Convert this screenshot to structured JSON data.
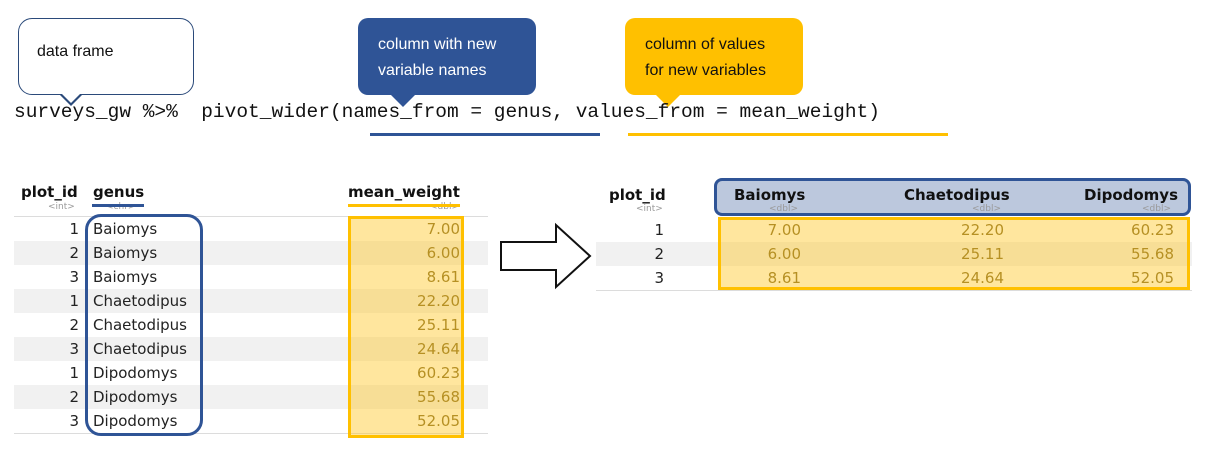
{
  "callouts": {
    "data_frame": "data frame",
    "names_from_line1": "column with new",
    "names_from_line2": "variable names",
    "values_from_line1": "column of values",
    "values_from_line2": "for new variables"
  },
  "code": {
    "part1": "surveys_gw %>%  pivot_wider(",
    "names_part": "names_from = genus,",
    "space": " ",
    "values_part": "values_from = mean_weight",
    "close": ")"
  },
  "long_table": {
    "headers": [
      "plot_id",
      "genus",
      "mean_weight"
    ],
    "types": [
      "<int>",
      "<chr>",
      "<dbl>"
    ],
    "rows": [
      [
        "1",
        "Baiomys",
        "7.00"
      ],
      [
        "2",
        "Baiomys",
        "6.00"
      ],
      [
        "3",
        "Baiomys",
        "8.61"
      ],
      [
        "1",
        "Chaetodipus",
        "22.20"
      ],
      [
        "2",
        "Chaetodipus",
        "25.11"
      ],
      [
        "3",
        "Chaetodipus",
        "24.64"
      ],
      [
        "1",
        "Dipodomys",
        "60.23"
      ],
      [
        "2",
        "Dipodomys",
        "55.68"
      ],
      [
        "3",
        "Dipodomys",
        "52.05"
      ]
    ]
  },
  "wide_table": {
    "headers": [
      "plot_id",
      "Baiomys",
      "Chaetodipus",
      "Dipodomys"
    ],
    "types": [
      "<int>",
      "<dbl>",
      "<dbl>",
      "<dbl>"
    ],
    "rows": [
      [
        "1",
        "7.00",
        "22.20",
        "60.23"
      ],
      [
        "2",
        "6.00",
        "25.11",
        "55.68"
      ],
      [
        "3",
        "8.61",
        "24.64",
        "52.05"
      ]
    ]
  },
  "colors": {
    "blue": "#2f5496",
    "yellow": "#ffc000"
  },
  "icons": {
    "arrow": "right-arrow-icon"
  }
}
